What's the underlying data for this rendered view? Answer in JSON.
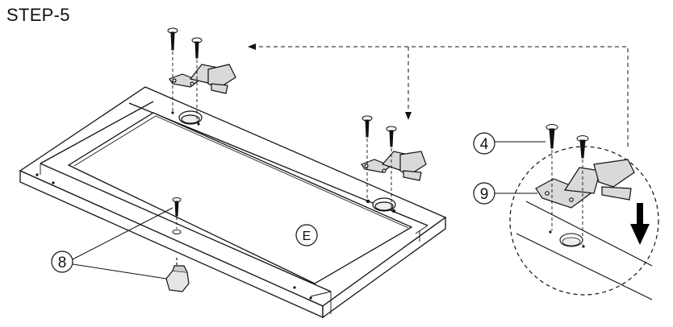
{
  "step_title": "STEP-5",
  "panel_label": "E",
  "callouts": {
    "screw_part": "4",
    "hinge_part": "9",
    "knob_part": "8"
  },
  "colors": {
    "line": "#111111",
    "fill": "#ffffff",
    "hinge_fill": "#d9d9d9",
    "arrow": "#000000"
  },
  "icons": [
    "screw-icon",
    "hinge-icon",
    "knob-icon",
    "down-arrow-icon",
    "dashed-leader-arrow-icon"
  ]
}
